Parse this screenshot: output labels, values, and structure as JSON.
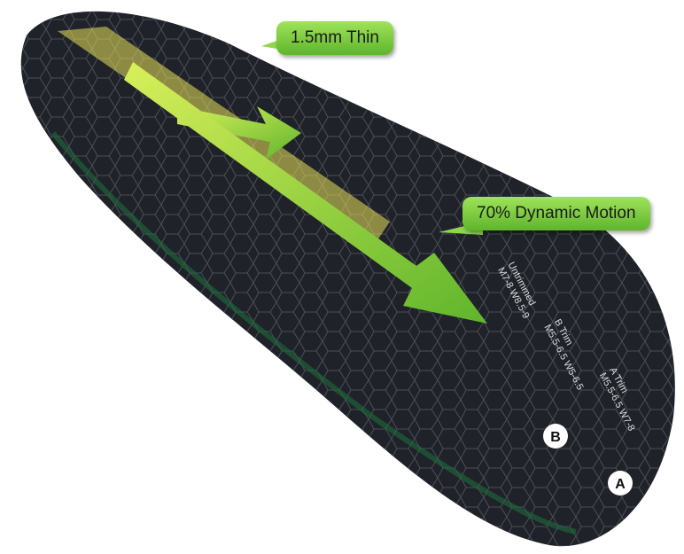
{
  "callouts": {
    "thin": "1.5mm Thin",
    "motion": "70% Dynamic Motion"
  },
  "insole_markings": {
    "untrimmed": "Untrimmed",
    "untrimmed_size": "M7-8 W8.5-9",
    "b_trim": "B Trim",
    "b_size": "M5.5-6.5 W5-6.5",
    "a_trim": "A Trim",
    "a_size": "M5.5-6.5 W7-8",
    "b_badge": "B",
    "a_badge": "A"
  },
  "colors": {
    "insole": "#1f2229",
    "hex_grid": "#4a4f57",
    "accent_green": "#7ad23a"
  }
}
